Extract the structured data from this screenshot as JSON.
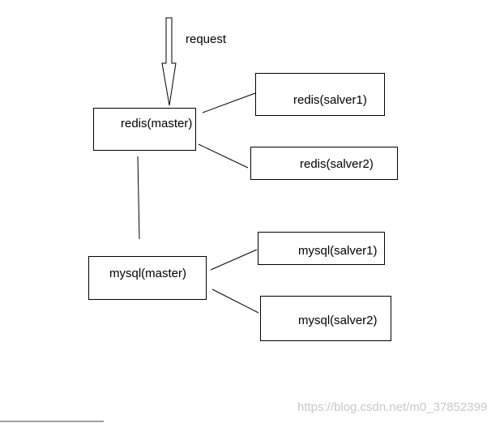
{
  "diagram": {
    "request_label": "request",
    "nodes": {
      "redis_master": "redis(master)",
      "redis_slave1": "redis(salver1)",
      "redis_slave2": "redis(salver2)",
      "mysql_master": "mysql(master)",
      "mysql_slave1": "mysql(salver1)",
      "mysql_slave2": "mysql(salver2)"
    }
  },
  "watermark": "https://blog.csdn.net/m0_37852399"
}
